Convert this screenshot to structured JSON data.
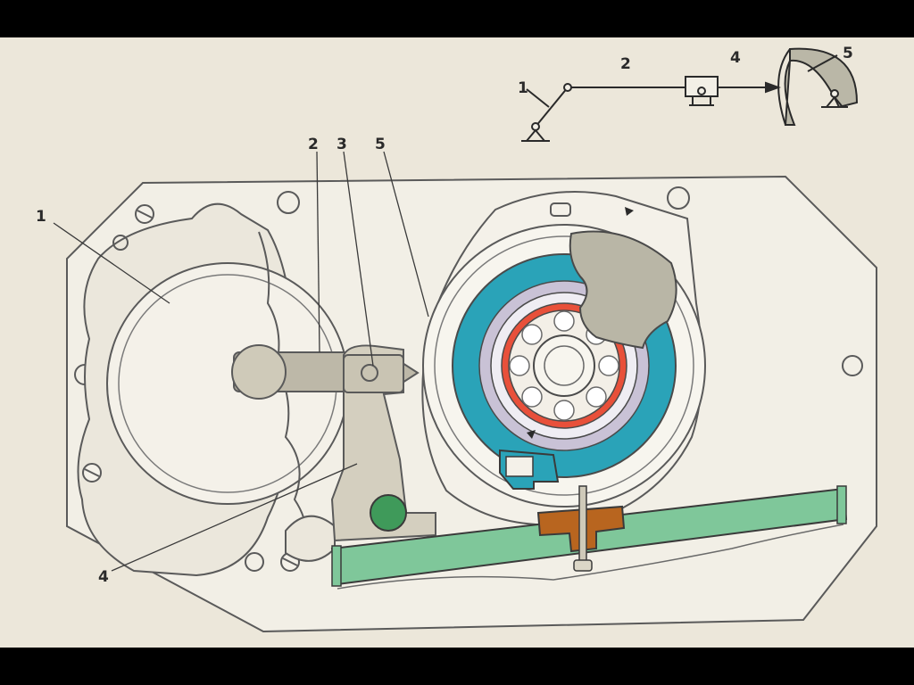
{
  "colors": {
    "paper": "#ece7da",
    "line": "#5a5a5a",
    "plate": "#f2efe6",
    "bracket": "#d4cfbf",
    "rod": "#bdb8a8",
    "ring_blue": "#2aa3b8",
    "ring_violet": "#c9c2d6",
    "ring_red": "#e8503a",
    "lever_green": "#7fc79a",
    "pivot_green": "#3f9a5a",
    "block_brown": "#b8651f",
    "sector_gray": "#b9b6a6"
  },
  "labels": {
    "main_1": "1",
    "main_2": "2",
    "main_3": "3",
    "main_4": "4",
    "main_5": "5",
    "scheme_1": "1",
    "scheme_2": "2",
    "scheme_4": "4",
    "scheme_5": "5"
  }
}
